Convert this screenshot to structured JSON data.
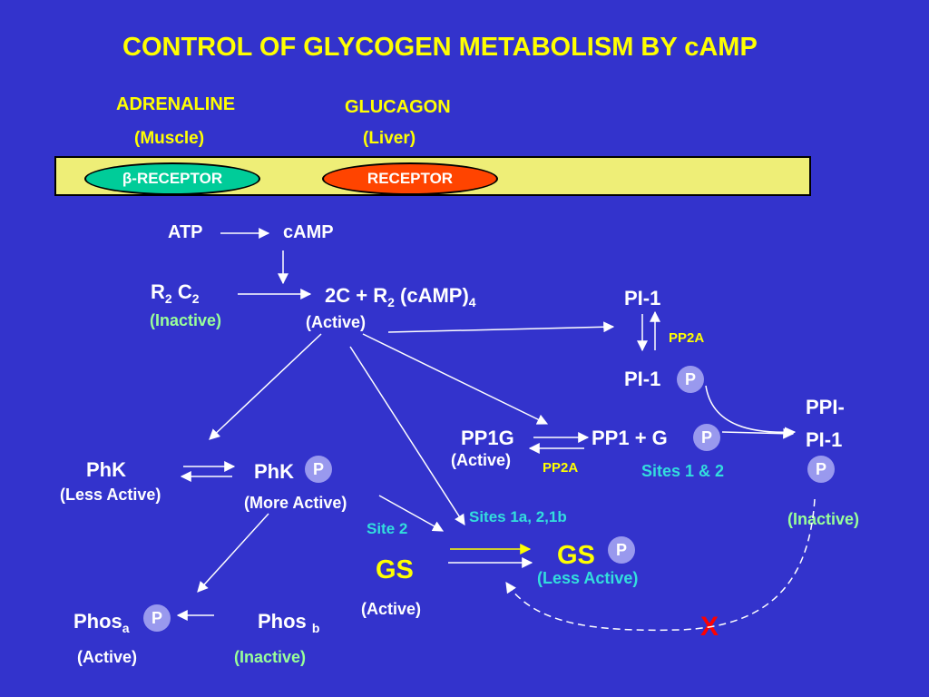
{
  "title": "CONTROL OF GLYCOGEN METABOLISM BY cAMP",
  "colors": {
    "background": "#3333cc",
    "membrane": "#eeee77",
    "receptor_beta": "#00cc99",
    "receptor": "#ff4400",
    "yellow": "#ffff00",
    "green": "#99ff99",
    "cyan": "#33dddd",
    "phospho": "#9999ee",
    "cross": "#ff0000"
  },
  "hormones": {
    "adrenaline": "ADRENALINE",
    "adrenaline_site": "(Muscle)",
    "glucagon": "GLUCAGON",
    "glucagon_site": "(Liver)"
  },
  "receptors": {
    "beta_symbol": "β",
    "beta": "-RECEPTOR",
    "other": "RECEPTOR"
  },
  "camp": {
    "atp": "ATP",
    "camp": "cAMP"
  },
  "pka": {
    "r": "R",
    "r_sub": "2",
    "c": "C",
    "c_sub": "2",
    "inactive": "(Inactive)",
    "products_a": "2C +  R",
    "products_sub": "2",
    "products_b": " (cAMP)",
    "products_sub2": "4",
    "active": "(Active)"
  },
  "pi1": {
    "label": "PI-1",
    "pp2a": "PP2A",
    "phos_label": "PI-1"
  },
  "ppi": {
    "line1": "PPI-",
    "line2": "PI-1",
    "inactive": "(Inactive)"
  },
  "pp1": {
    "pp1g": "PP1G",
    "active": "(Active)",
    "pp1_g": "PP1  + G",
    "pp2a": "PP2A",
    "sites": "Sites 1 & 2"
  },
  "phk": {
    "phk": "PhK",
    "less": "(Less Active)",
    "phk_p": "PhK",
    "more": "(More Active)"
  },
  "gs": {
    "site2": "Site 2",
    "sites": "Sites 1a, 2,1b",
    "gs": "GS",
    "gs_p": "GS",
    "less": "(Less Active)",
    "active": "(Active)"
  },
  "phos": {
    "phos_a": "Phos",
    "a": "a",
    "active": "(Active)",
    "phos_b": "Phos",
    "b": "b",
    "inactive": "(Inactive)"
  },
  "p_label": "P",
  "block_mark": "X"
}
